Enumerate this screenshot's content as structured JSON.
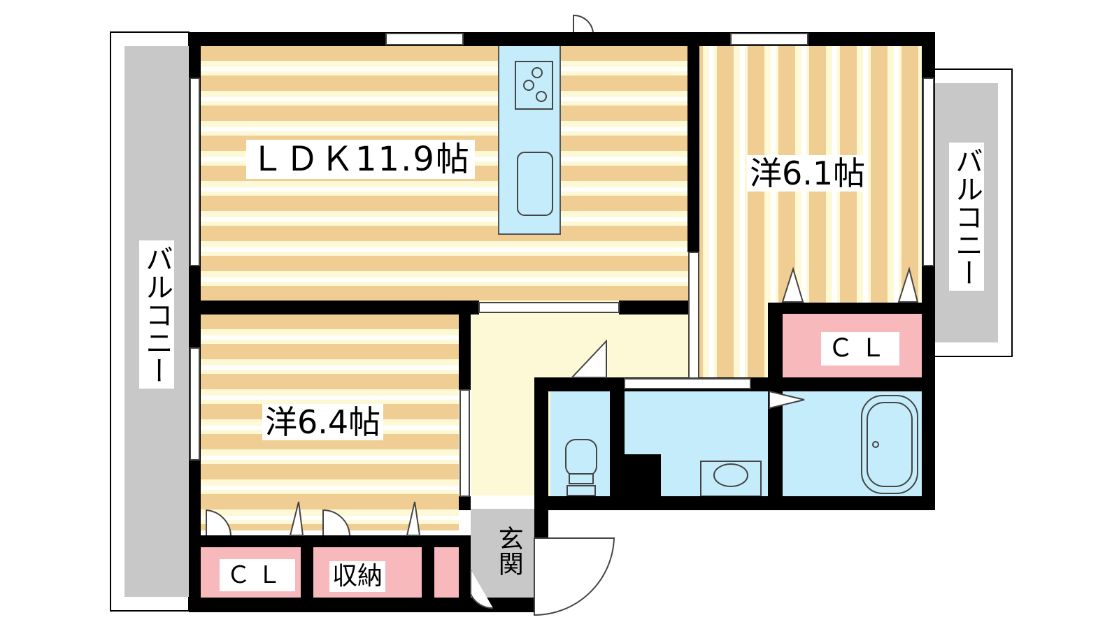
{
  "rooms": {
    "ldk": "ＬＤＫ11.9帖",
    "western_right": "洋6.1帖",
    "western_left": "洋6.4帖"
  },
  "closets": {
    "right": "ＣＬ",
    "left": "ＣＬ",
    "storage": "収納"
  },
  "balconies": {
    "left": "バルコニー",
    "right": "バルコニー"
  },
  "entrance": "玄関",
  "colors": {
    "wall": "#000000",
    "floor_light": "#fdf9d6",
    "floor_stripe": "#f0cd93",
    "wet_area": "#c5ecfb",
    "closet": "#f8b9bd",
    "balcony": "#c8c8c8",
    "entrance": "#c8c8c8"
  }
}
